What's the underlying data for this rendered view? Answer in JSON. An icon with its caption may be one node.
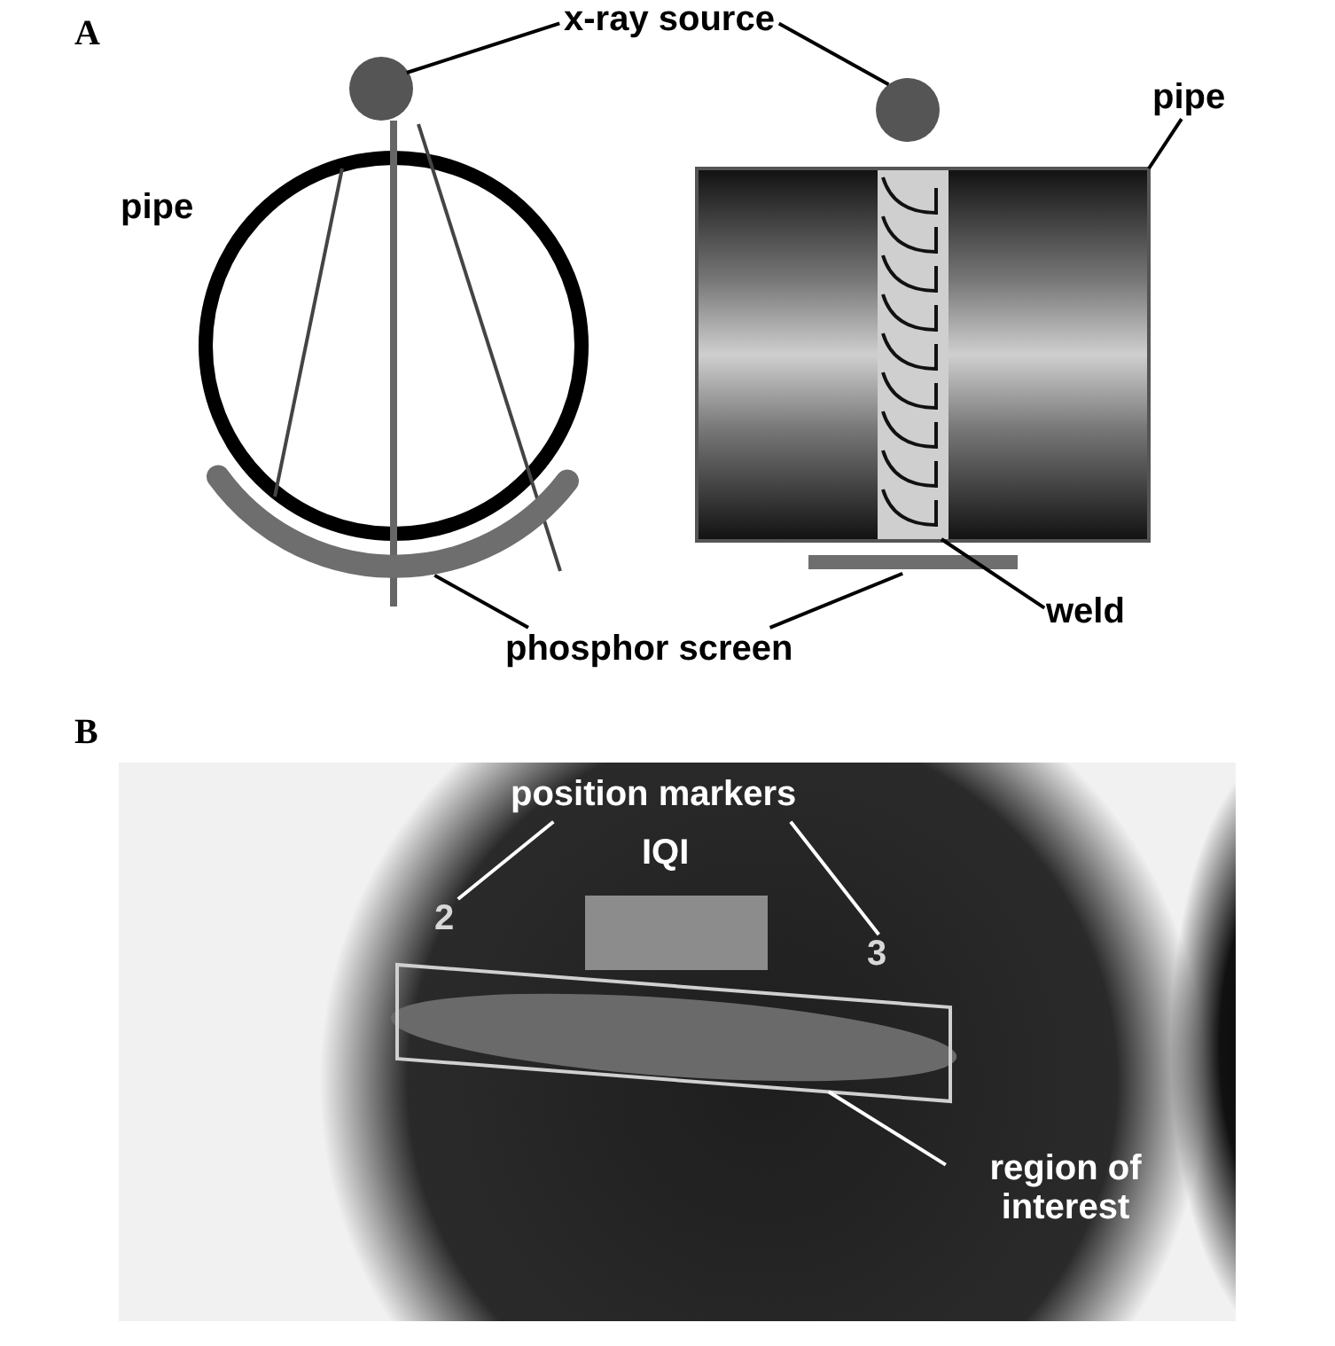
{
  "diagram": {
    "nodes": [
      {
        "text": [
          "x-ray source"
        ]
      },
      {
        "text": [],
        "shape": "circle"
      },
      {
        "text": [],
        "shape": "circle"
      },
      {
        "text": [
          "pipe"
        ]
      },
      {
        "text": [],
        "shape": "box"
      },
      {
        "text": [],
        "shape": "bar",
        "in": 4
      },
      {
        "text": [],
        "shape": "arc"
      },
      {
        "text": [],
        "shape": "bar"
      },
      {
        "text": [
          "weld"
        ]
      },
      {
        "text": [
          "phosphor screen"
        ]
      },
      {
        "text": [
          "position markers"
        ]
      },
      {
        "text": [
          "2"
        ]
      },
      {
        "text": [
          "3"
        ]
      },
      {
        "text": [],
        "shape": "box"
      },
      {
        "text": [
          "region of interest"
        ]
      }
    ],
    "edges": [
      {
        "from": 0,
        "to": 1,
        "arrow": "none"
      },
      {
        "from": 0,
        "to": 2,
        "arrow": "none"
      },
      {
        "from": 3,
        "to": 4,
        "arrow": "none"
      },
      {
        "from": 8,
        "to": 5,
        "arrow": "none"
      },
      {
        "from": 9,
        "to": 6,
        "arrow": "none"
      },
      {
        "from": 9,
        "to": 7,
        "arrow": "none"
      },
      {
        "from": 10,
        "to": 11,
        "arrow": "none",
        "color": "#ffffff"
      },
      {
        "from": 10,
        "to": 12,
        "arrow": "none",
        "color": "#ffffff"
      },
      {
        "from": 14,
        "to": 13,
        "arrow": "none",
        "color": "#ffffff"
      }
    ],
    "labels": [
      "A",
      "pipe",
      "B",
      "IQI"
    ]
  }
}
